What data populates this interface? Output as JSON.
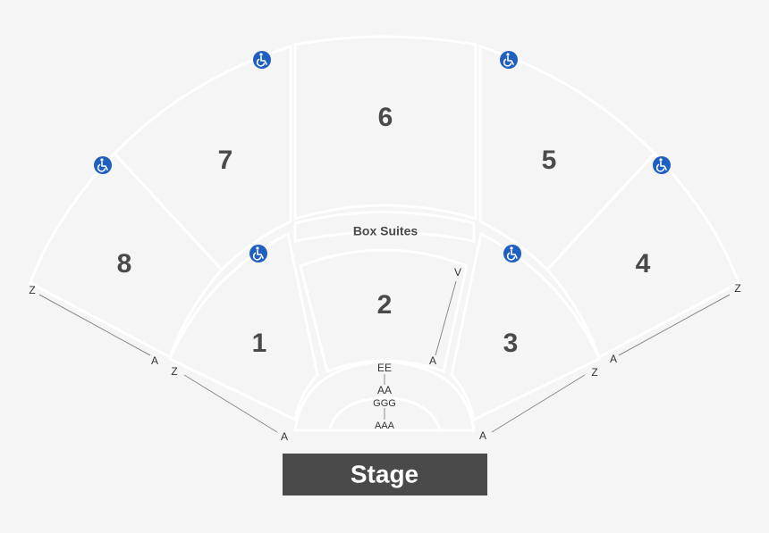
{
  "sections": {
    "s1": "1",
    "s2": "2",
    "s3": "3",
    "s4": "4",
    "s5": "5",
    "s6": "6",
    "s7": "7",
    "s8": "8",
    "box_suites": "Box Suites"
  },
  "rows": {
    "left_outer_z": "Z",
    "left_outer_a": "A",
    "left_inner_z": "Z",
    "left_inner_a": "A",
    "right_outer_z": "Z",
    "right_outer_a": "A",
    "right_inner_z": "Z",
    "right_inner_a": "A",
    "center_v": "V",
    "center_a": "A",
    "pit_ee": "EE",
    "pit_aa": "AA",
    "pit_ggg": "GGG",
    "pit_aaa": "AAA"
  },
  "stage": {
    "label": "Stage"
  },
  "accessibility": {
    "icon": "wheelchair-icon",
    "color": "#1f5fbf"
  }
}
